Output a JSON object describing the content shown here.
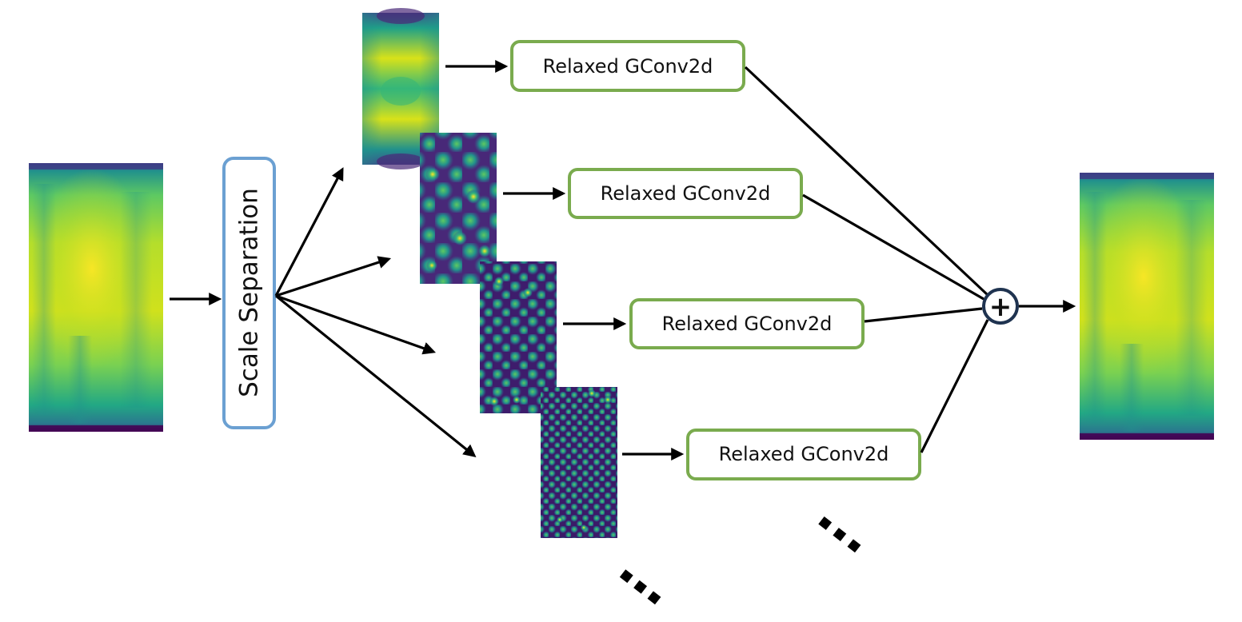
{
  "diagram": {
    "scale_separation": {
      "label": "Scale Separation"
    },
    "conv_blocks": [
      {
        "label": "Relaxed GConv2d"
      },
      {
        "label": "Relaxed GConv2d"
      },
      {
        "label": "Relaxed GConv2d"
      },
      {
        "label": "Relaxed GConv2d"
      }
    ],
    "sum_node": {
      "symbol": "+"
    },
    "colors": {
      "scale_box_border": "#6ba0d2",
      "conv_box_border": "#7aab4e",
      "sum_node_border": "#1f3350",
      "colormap": "viridis"
    }
  }
}
